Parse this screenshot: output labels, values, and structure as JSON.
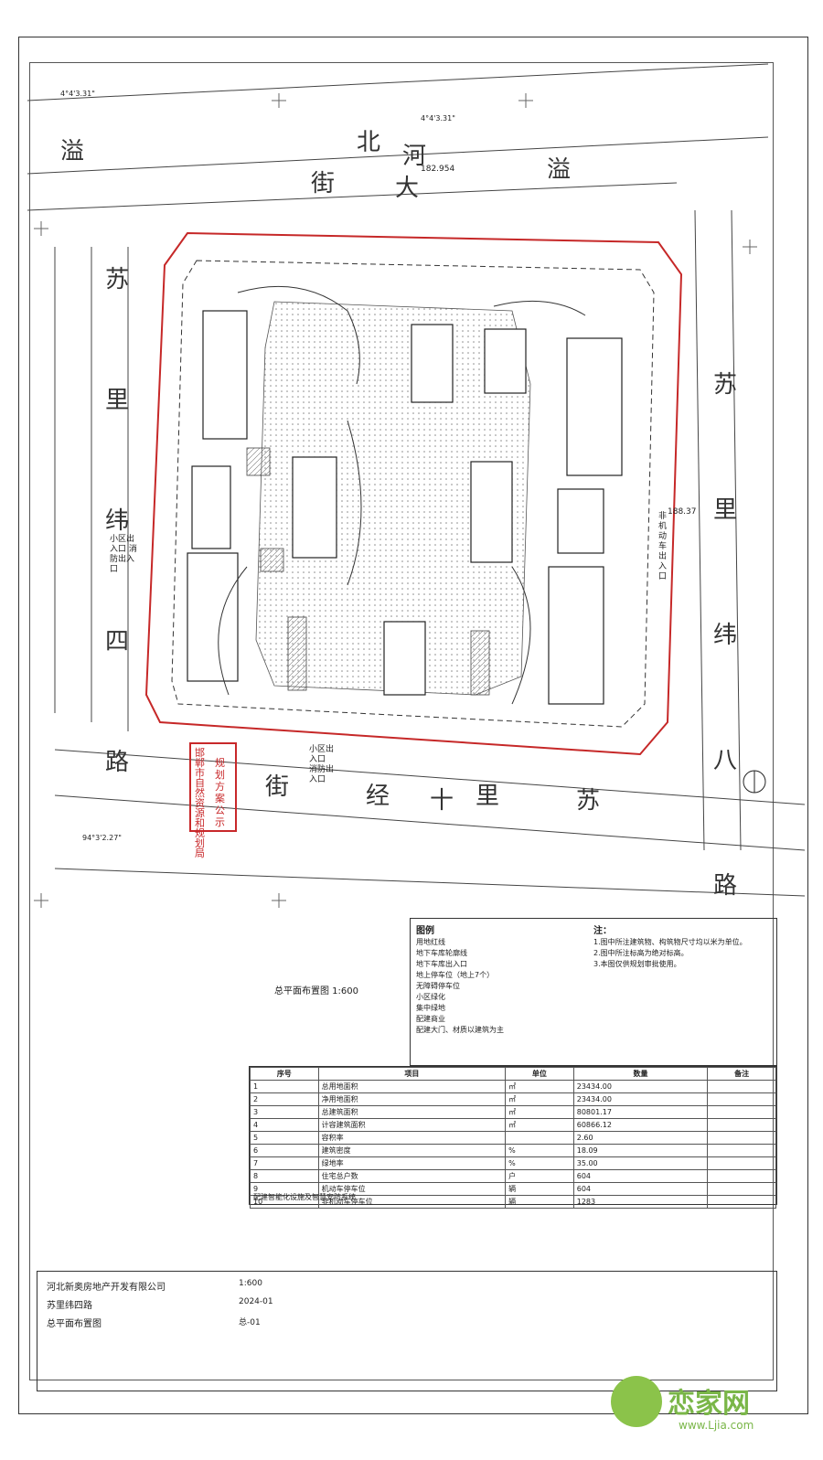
{
  "streets": {
    "left_top_a": "溢",
    "north": "河北大街",
    "north_chars": [
      "河",
      "北",
      "大",
      "街"
    ],
    "north2": "溢",
    "west_chars": [
      "苏",
      "里",
      "纬",
      "四",
      "路"
    ],
    "east_chars": [
      "苏",
      "里",
      "纬",
      "八",
      "路"
    ],
    "south_chars": [
      "苏",
      "里",
      "十",
      "经",
      "街"
    ]
  },
  "dimensions": {
    "north_edge": "182.954",
    "east_edge": "188.37",
    "angle_ne": "4°4'3.31\"",
    "angle_n": "4°4'3.31\"",
    "angle_sw": "94°3'2.27\""
  },
  "entrances": {
    "west": "小区出入口 消防出入口",
    "south": "小区出入口 消防出入口",
    "east": "非机动车出入口"
  },
  "stamp": {
    "line1": "邯郸市自然资源和规划局",
    "line2": "规 划 方 案 公 示"
  },
  "legend": {
    "title": "图例",
    "items": [
      "用地红线",
      "地下车库轮廓线",
      "地下车库出入口",
      "地上停车位（地上7个）",
      "无障碍停车位",
      "小区绿化",
      "集中绿地",
      "配建商业",
      "配建大门、材质以建筑为主"
    ]
  },
  "notes": {
    "title": "注：",
    "lines": [
      "1.图中所注建筑物、构筑物尺寸均以米为单位。",
      "2.图中所注标高为绝对标高。",
      "3.本图仅供规划审批使用。"
    ]
  },
  "scale_label": "总平面布置图 1:600",
  "econ_table": {
    "header": [
      "序号",
      "项目",
      "单位",
      "数量",
      "备注"
    ],
    "rows": [
      [
        "1",
        "总用地面积",
        "㎡",
        "23434.00",
        ""
      ],
      [
        "2",
        "净用地面积",
        "㎡",
        "23434.00",
        ""
      ],
      [
        "3",
        "总建筑面积",
        "㎡",
        "80801.17",
        ""
      ],
      [
        "4",
        "计容建筑面积",
        "㎡",
        "60866.12",
        ""
      ],
      [
        "5",
        "容积率",
        "",
        "2.60",
        ""
      ],
      [
        "6",
        "建筑密度",
        "%",
        "18.09",
        ""
      ],
      [
        "7",
        "绿地率",
        "%",
        "35.00",
        ""
      ],
      [
        "8",
        "住宅总户数",
        "户",
        "604",
        ""
      ],
      [
        "9",
        "机动车停车位",
        "辆",
        "604",
        ""
      ],
      [
        "10",
        "非机动车停车位",
        "辆",
        "1283",
        ""
      ]
    ],
    "footer": "配建智能化设施及智慧安防系统"
  },
  "title_block": {
    "company": "河北新奥房地产开发有限公司",
    "project": "苏里纬四路",
    "drawing": "总平面布置图",
    "scale": "1:600",
    "date": "2024-01",
    "drawing_no": "总-01"
  },
  "logo": {
    "text": "恋家网",
    "url": "www.Ljia.com"
  },
  "colors": {
    "line": "#333333",
    "stamp_red": "#c8282a",
    "logo_green": "#7ab648"
  }
}
